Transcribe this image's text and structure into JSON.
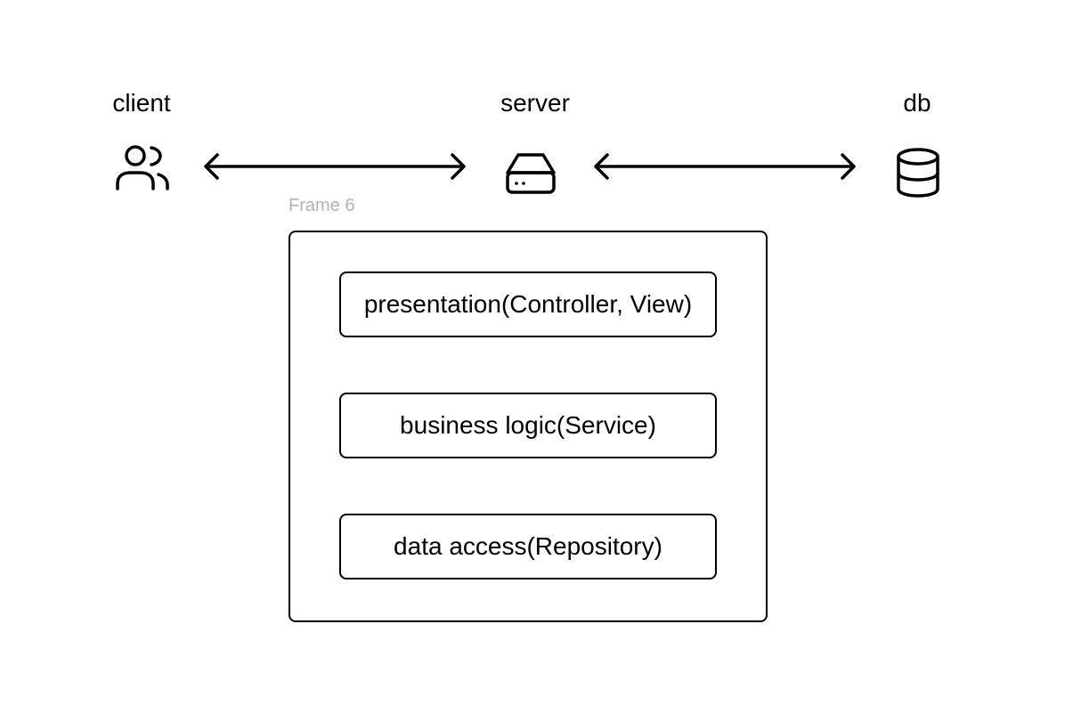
{
  "nodes": {
    "client": {
      "label": "client",
      "icon": "users-icon"
    },
    "server": {
      "label": "server",
      "icon": "server-icon"
    },
    "db": {
      "label": "db",
      "icon": "database-icon"
    }
  },
  "connections": [
    {
      "from": "client",
      "to": "server",
      "style": "bidirectional-arrow"
    },
    {
      "from": "server",
      "to": "db",
      "style": "bidirectional-arrow"
    }
  ],
  "frame": {
    "label": "Frame 6",
    "layers": [
      "presentation(Controller, View)",
      "business logic(Service)",
      "data access(Repository)"
    ]
  },
  "colors": {
    "stroke": "#000000",
    "frame_label": "#b3b3b3",
    "background": "#ffffff"
  }
}
